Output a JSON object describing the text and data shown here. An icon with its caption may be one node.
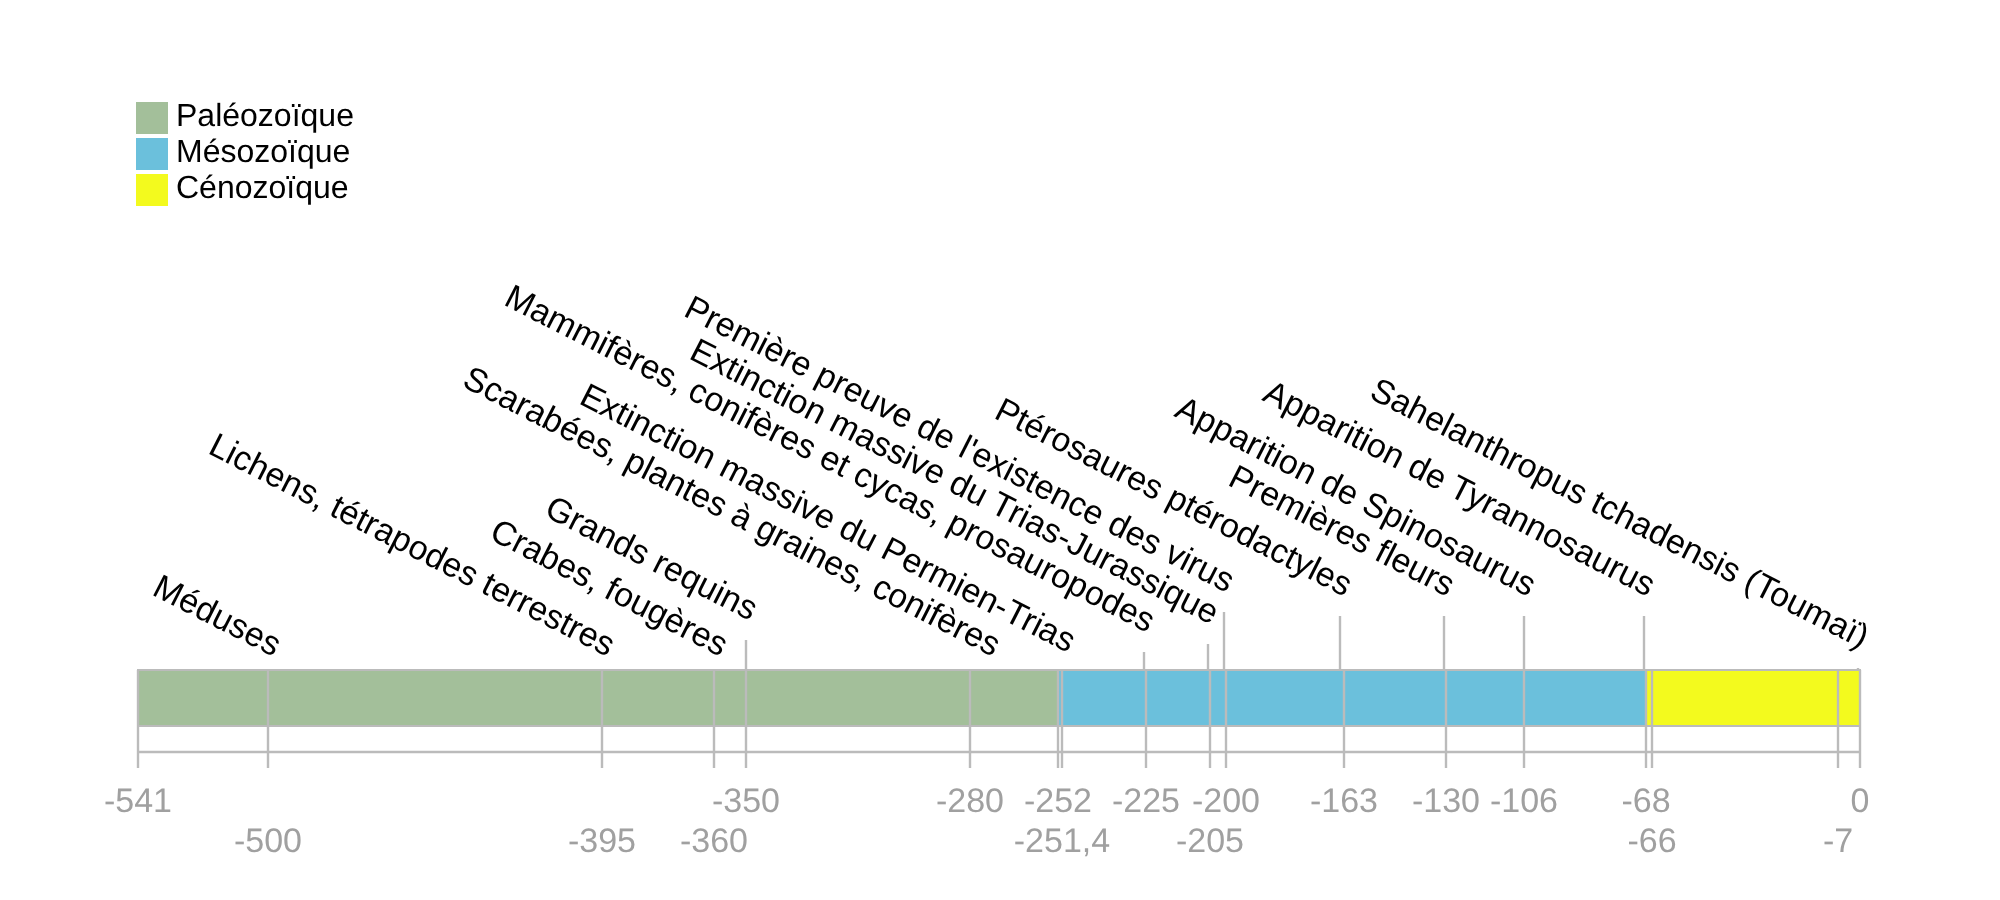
{
  "diagram": {
    "labels": [
      "Méduses",
      "Lichens, tétrapodes terrestres",
      "Crabes, fougères",
      "Grands requins",
      "Scarabées, plantes à graines, conifères",
      "Extinction massive du Permien-Trias",
      "Mammifères, conifères et cycas, prosauropodes",
      "Extinction massive du Trias-Jurassique",
      "Première preuve de l'existence des virus",
      "Ptérosaures ptérodactyles",
      "Premières fleurs",
      "Apparition de Spinosaurus",
      "Apparition de Tyrannosaurus",
      "Sahelanthropus tchadensis (Toumaï)",
      "-541",
      "-350",
      "-280",
      "-252",
      "-225",
      "-200",
      "-163",
      "-130",
      "-106",
      "-68",
      "0",
      "-500",
      "-395",
      "-360",
      "-251,4",
      "-205",
      "-66",
      "-7"
    ],
    "legend": [
      {
        "text": "Paléozoïque",
        "color": "#a3bf9a"
      },
      {
        "text": "Mésozoïque",
        "color": "#6bc0dc"
      },
      {
        "text": "Cénozoïque",
        "color": "#f3fa1e"
      }
    ]
  }
}
